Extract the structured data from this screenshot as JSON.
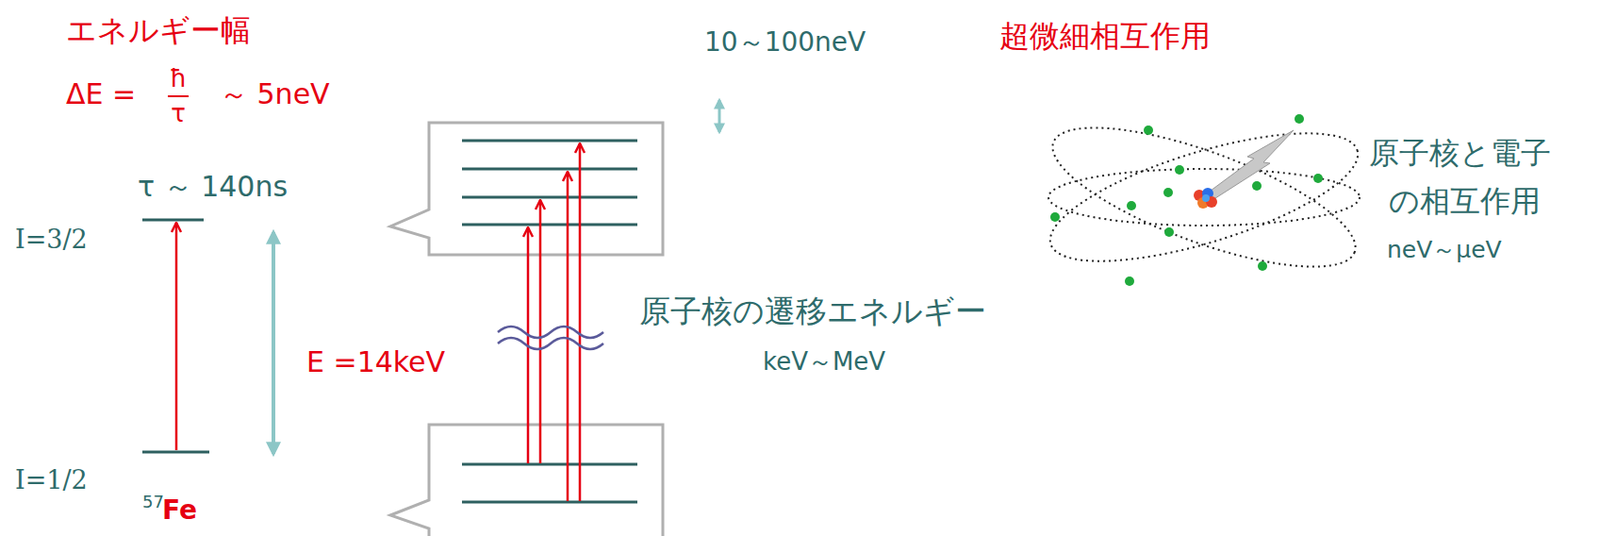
{
  "diagram": {
    "labels": [
      "エネルギー幅",
      "ΔE =",
      "ħ",
      "τ",
      "～  5neV",
      "τ ～  140ns",
      "I=3/2",
      "I=1/2",
      "57",
      "Fe",
      "E  =14keV",
      "10～100neV",
      "超微細相互作用",
      "原子核と電子",
      "の相互作用",
      "neV～μeV",
      "原子核の遷移エネルギー",
      "keV～MeV"
    ]
  }
}
